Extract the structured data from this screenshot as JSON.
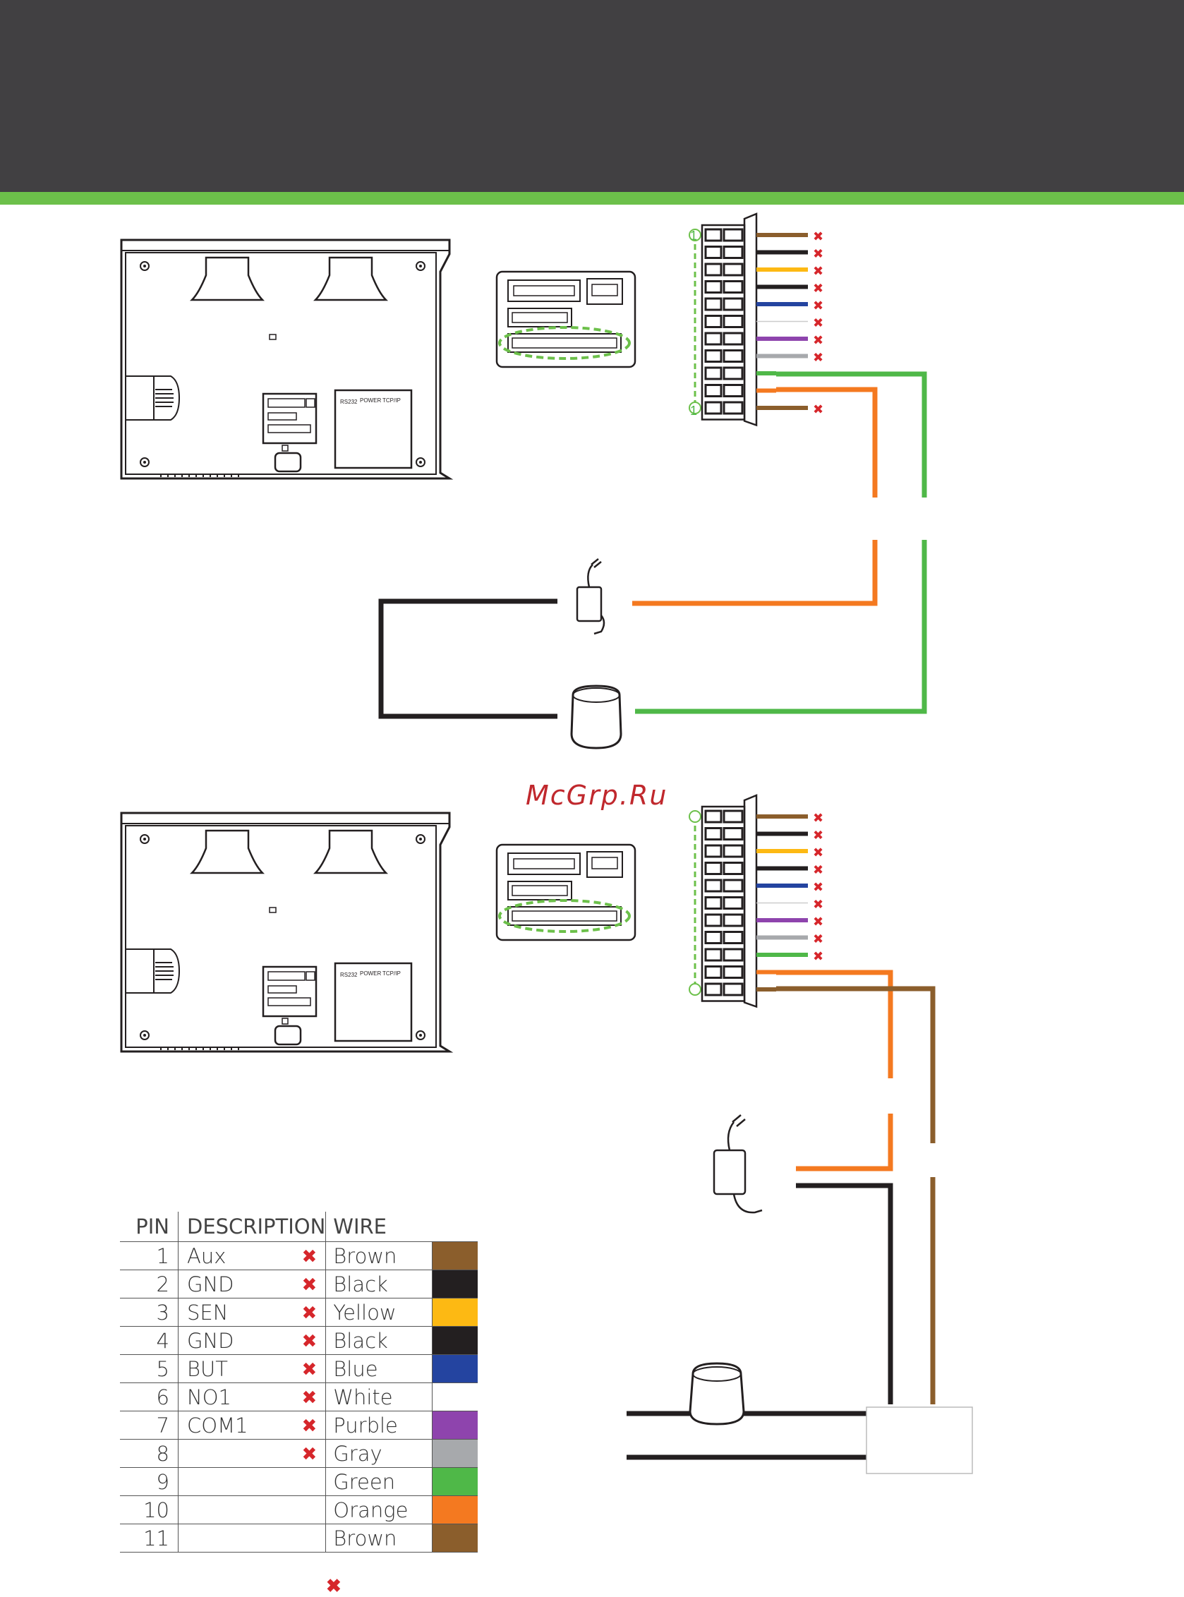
{
  "header": {
    "background": "#414042",
    "stripe_color": "#6cc04a"
  },
  "watermark": "McGrp.Ru",
  "panel_labels": [
    "RS232",
    "POWER",
    "TCP/IP"
  ],
  "connector_pin_markers": [
    "1",
    "1"
  ],
  "table": {
    "headers": [
      "PIN",
      "DESCRIPTION",
      "WIRE"
    ],
    "rows": [
      {
        "pin": "1",
        "desc": "Aux",
        "x": true,
        "wire": "Brown",
        "color": "#8b5e2c"
      },
      {
        "pin": "2",
        "desc": "GND",
        "x": true,
        "wire": "Black",
        "color": "#231f20"
      },
      {
        "pin": "3",
        "desc": "SEN",
        "x": true,
        "wire": "Yellow",
        "color": "#fdb913"
      },
      {
        "pin": "4",
        "desc": "GND",
        "x": true,
        "wire": "Black",
        "color": "#231f20"
      },
      {
        "pin": "5",
        "desc": "BUT",
        "x": true,
        "wire": "Blue",
        "color": "#2444a0"
      },
      {
        "pin": "6",
        "desc": "NO1",
        "x": true,
        "wire": "White",
        "color": "#ffffff"
      },
      {
        "pin": "7",
        "desc": "COM1",
        "x": true,
        "wire": "Purble",
        "color": "#8e44ad"
      },
      {
        "pin": "8",
        "desc": "",
        "x": true,
        "wire": "Gray",
        "color": "#a7a9ac"
      },
      {
        "pin": "9",
        "desc": "",
        "x": false,
        "wire": "Green",
        "color": "#4fb848"
      },
      {
        "pin": "10",
        "desc": "",
        "x": false,
        "wire": "Orange",
        "color": "#f47920"
      },
      {
        "pin": "11",
        "desc": "",
        "x": false,
        "wire": "Brown",
        "color": "#8b5e2c"
      }
    ]
  },
  "legend_x_symbol": "✖",
  "colors": {
    "green": "#4fb848",
    "orange": "#f47920",
    "brown": "#8b5e2c",
    "black": "#231f20",
    "red_x": "#d6262b",
    "dashed": "#6cc04a"
  },
  "diagram1": {
    "terminal_wires": [
      "#8b5e2c",
      "#231f20",
      "#fdb913",
      "#231f20",
      "#2444a0",
      "#ffffff",
      "#8e44ad",
      "#a7a9ac",
      "#4fb848",
      "#f47920",
      "#8b5e2c"
    ],
    "x_marked": [
      true,
      true,
      true,
      true,
      true,
      true,
      true,
      true,
      false,
      false,
      true
    ]
  },
  "diagram2": {
    "terminal_wires": [
      "#8b5e2c",
      "#231f20",
      "#fdb913",
      "#231f20",
      "#2444a0",
      "#ffffff",
      "#8e44ad",
      "#a7a9ac",
      "#4fb848",
      "#f47920",
      "#8b5e2c"
    ],
    "x_marked": [
      true,
      true,
      true,
      true,
      true,
      true,
      true,
      true,
      true,
      false,
      false
    ]
  }
}
